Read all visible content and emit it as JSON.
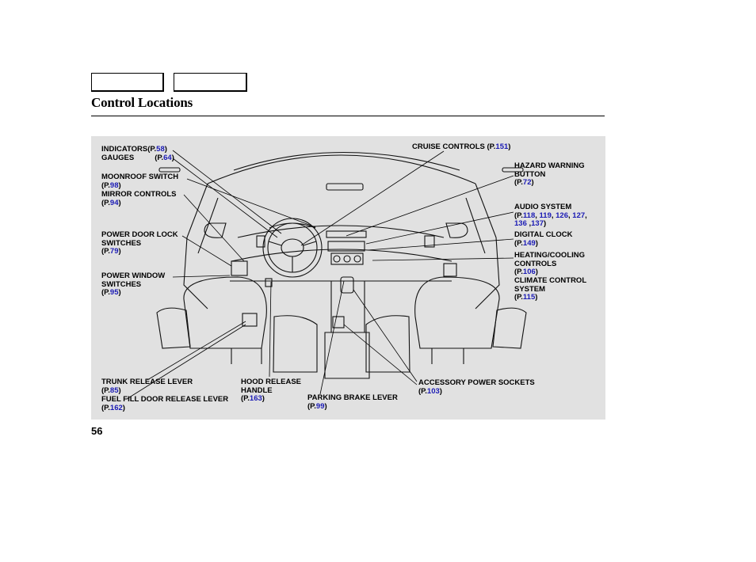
{
  "nav_tabs": [
    {
      "label": ""
    },
    {
      "label": ""
    }
  ],
  "page": {
    "title": "Control Locations",
    "page_number": "56"
  },
  "labels": {
    "indicators": {
      "text": "INDICATORS",
      "prefix": "(P.",
      "link": "58",
      "suffix": ")"
    },
    "gauges": {
      "text": "GAUGES",
      "prefix": "(P.",
      "link": "64",
      "suffix": ")"
    },
    "moonroof": {
      "text": "MOONROOF SWITCH",
      "prefix": "(P.",
      "link": "98",
      "suffix": ")"
    },
    "mirror": {
      "text": "MIRROR CONTROLS",
      "prefix": "(P.",
      "link": "94",
      "suffix": ")"
    },
    "door_lock": {
      "line1": "POWER DOOR LOCK",
      "line2": "SWITCHES",
      "prefix": "(P.",
      "link": "79",
      "suffix": ")"
    },
    "window": {
      "line1": "POWER WINDOW",
      "line2": "SWITCHES",
      "prefix": "(P.",
      "link": "95",
      "suffix": ")"
    },
    "trunk": {
      "text": "TRUNK RELEASE LEVER",
      "prefix": "(P.",
      "link": "85",
      "suffix": ")"
    },
    "fuel": {
      "text": "FUEL FILL DOOR RELEASE LEVER",
      "prefix": "(P.",
      "link": "162",
      "suffix": ")"
    },
    "hood": {
      "line1": "HOOD RELEASE",
      "line2": "HANDLE",
      "prefix": "(P.",
      "link": "163",
      "suffix": ")"
    },
    "parking": {
      "text": "PARKING BRAKE LEVER",
      "prefix": "(P.",
      "link": "99",
      "suffix": ")"
    },
    "accessory": {
      "text": "ACCESSORY POWER SOCKETS",
      "prefix": "(P.",
      "link": "103",
      "suffix": ")"
    },
    "cruise": {
      "text": "CRUISE CONTROLS",
      "prefix": "(P.",
      "link": "151",
      "suffix": ")"
    },
    "hazard": {
      "line1": "HAZARD WARNING",
      "line2": "BUTTON",
      "prefix": "(P.",
      "link": "72",
      "suffix": ")"
    },
    "audio": {
      "text": "AUDIO SYSTEM",
      "prefix": "(P.",
      "links": [
        "118",
        "119",
        "126",
        "127",
        "136",
        "137"
      ],
      "suffix": ")"
    },
    "clock": {
      "text": "DIGITAL CLOCK",
      "prefix": "(P.",
      "link": "149",
      "suffix": ")"
    },
    "heating": {
      "line1": "HEATING/COOLING",
      "line2": "CONTROLS",
      "prefix": "(P.",
      "link": "106",
      "suffix": ")"
    },
    "climate": {
      "line1": "CLIMATE CONTROL",
      "line2": "SYSTEM",
      "prefix": "(P.",
      "link": "115",
      "suffix": ")"
    }
  },
  "colors": {
    "panel_bg": "#e1e1e1",
    "link": "#1a1ab4",
    "ink": "#000000"
  }
}
